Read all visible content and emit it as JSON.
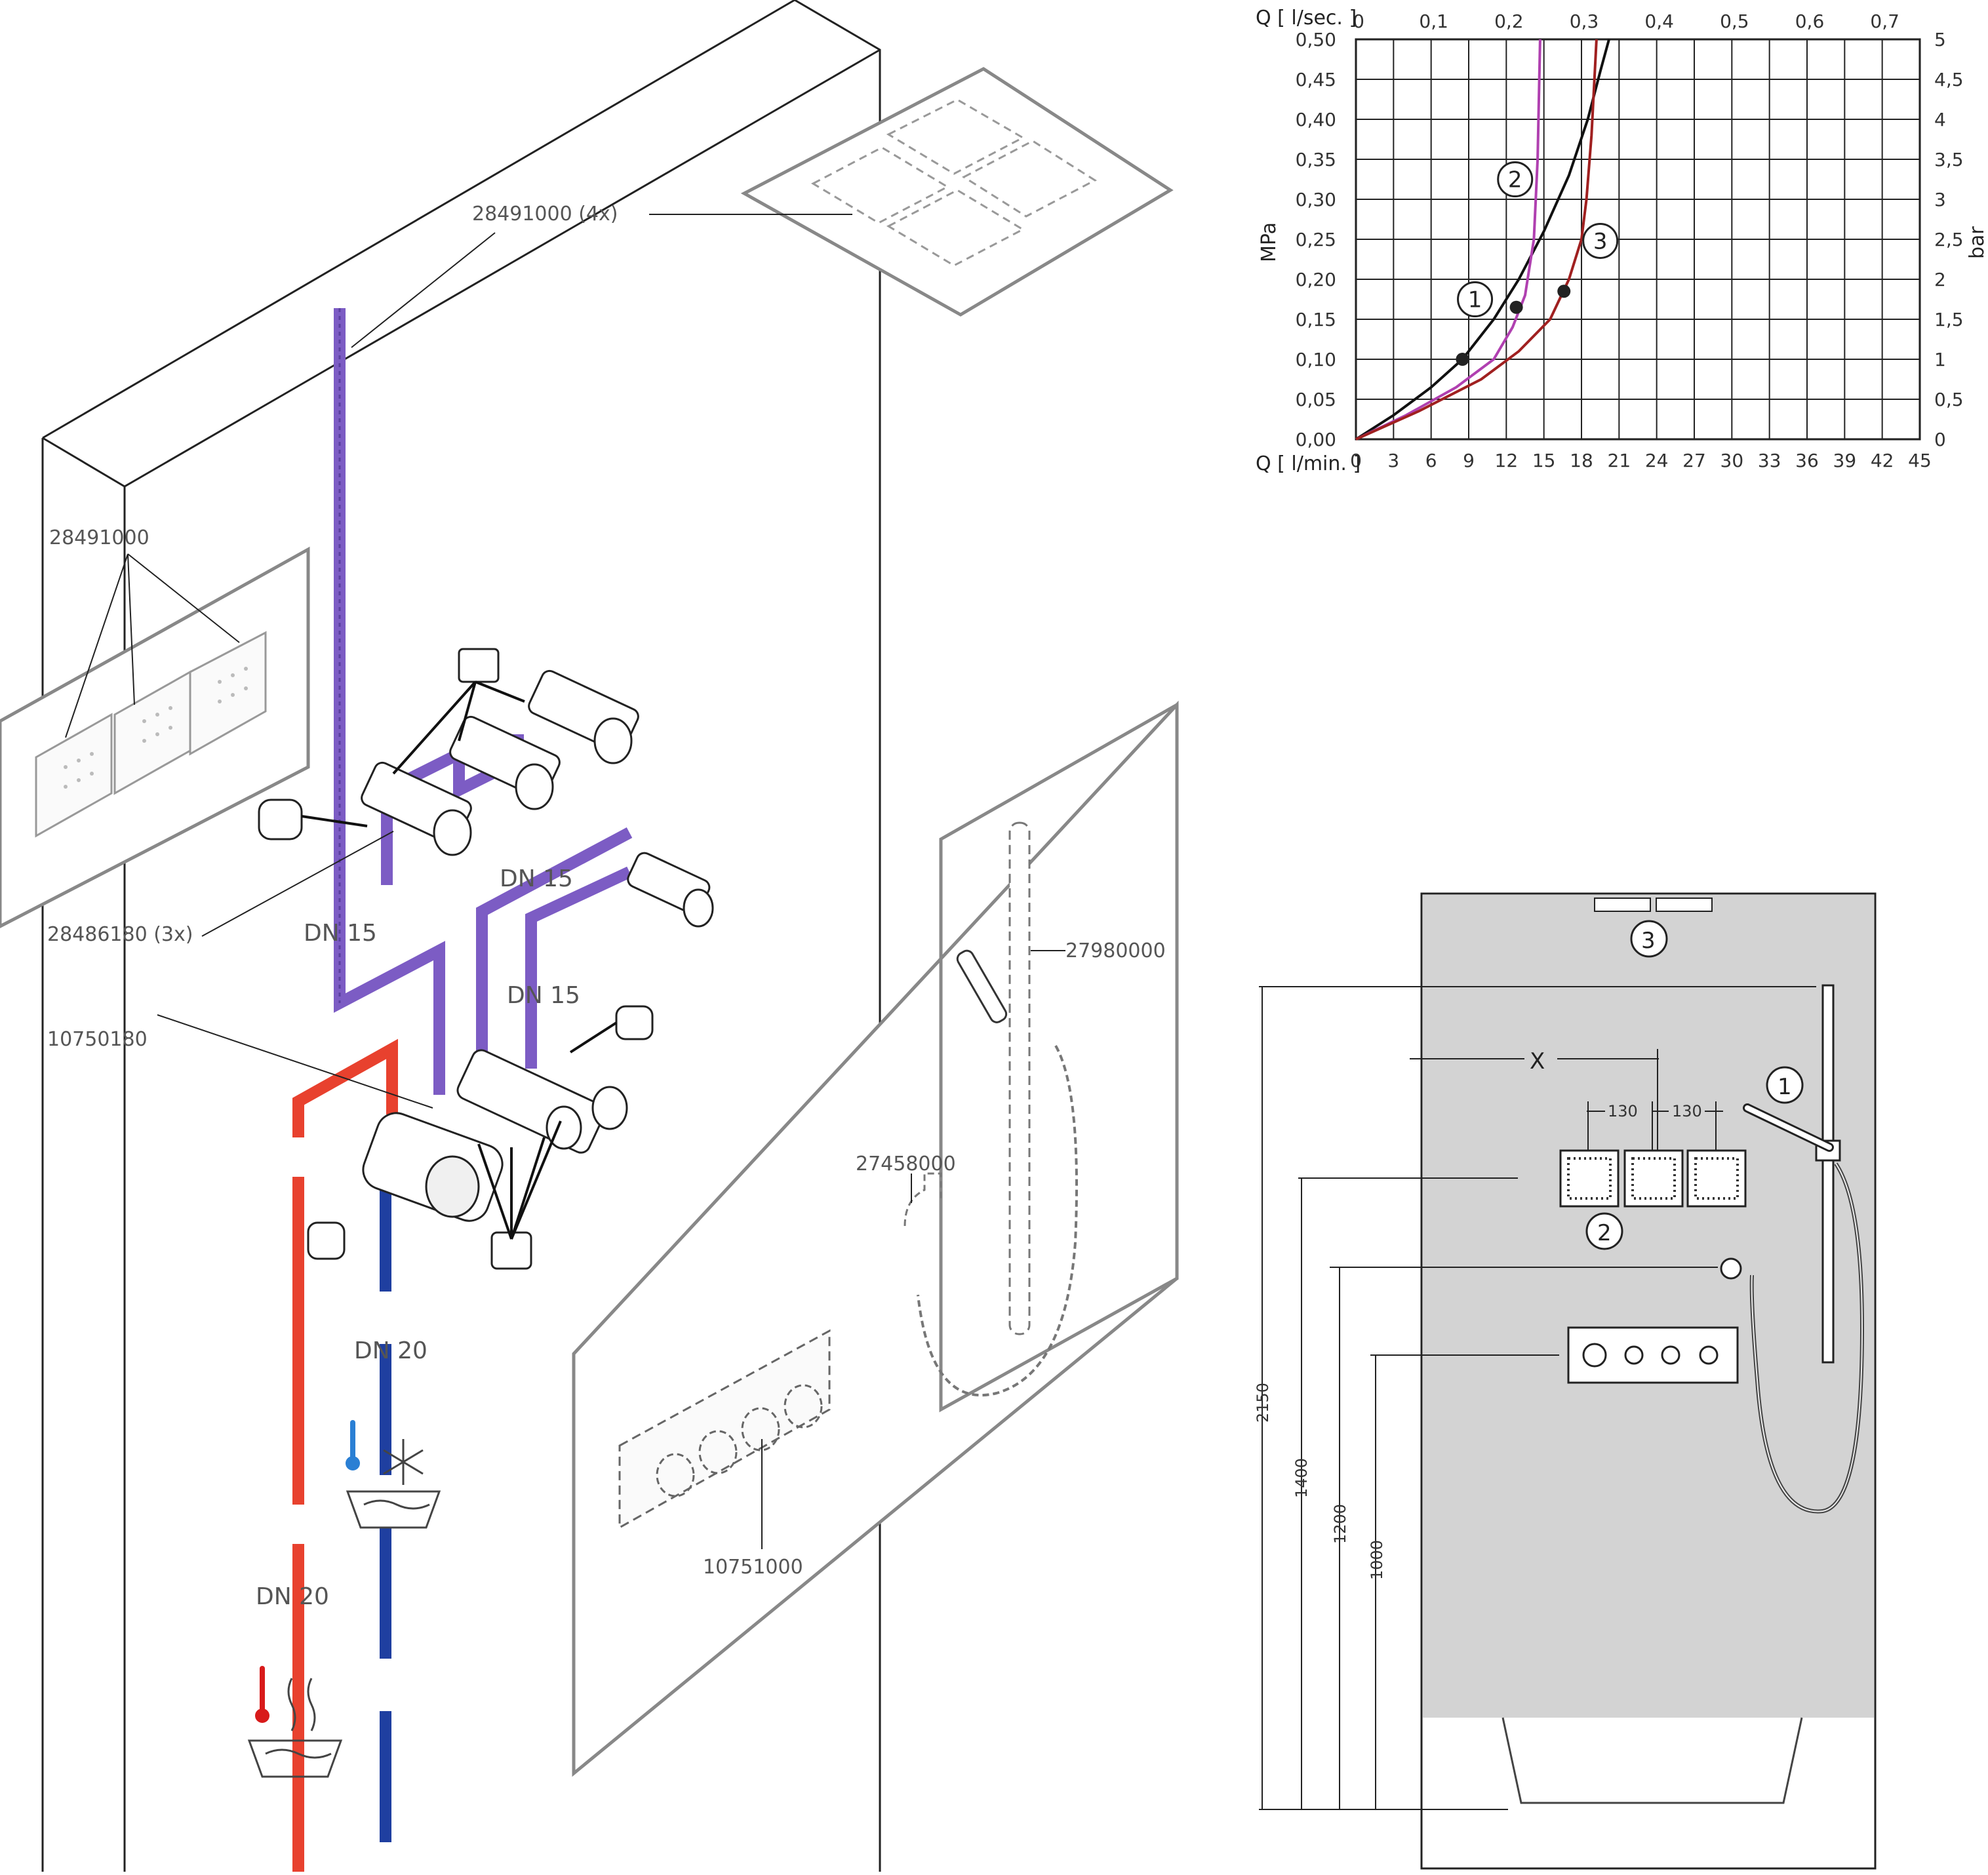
{
  "labels": {
    "rain_head": "28491000 (4x)",
    "wall_heads": "28491000",
    "modules": "28486180 (3x)",
    "main_body": "10750180",
    "shower_rail": "27980000",
    "wall_outlet": "27458000",
    "thermostat_trim": "10751000"
  },
  "pipes": {
    "dn15_a": "DN 15",
    "dn15_b": "DN 15",
    "dn15_c": "DN 15",
    "dn20_cold": "DN 20",
    "dn20_hot": "DN 20",
    "cold_color": "#1f3fa0",
    "hot_color": "#e8412e",
    "branch_color": "#7c5cc4"
  },
  "chart_data": {
    "type": "line",
    "x_label_top": "Q [ l/sec. ]",
    "x_label_bottom": "Q [ l/min. ]",
    "y_label_left": "MPa",
    "y_label_right": "bar",
    "x_top_ticks": [
      "0",
      "0,1",
      "0,2",
      "0,3",
      "0,4",
      "0,5",
      "0,6",
      "0,7"
    ],
    "x_bottom_ticks": [
      "0",
      "3",
      "6",
      "9",
      "12",
      "15",
      "18",
      "21",
      "24",
      "27",
      "30",
      "33",
      "36",
      "39",
      "42",
      "45"
    ],
    "y_left_ticks": [
      "0,00",
      "0,05",
      "0,10",
      "0,15",
      "0,20",
      "0,25",
      "0,30",
      "0,35",
      "0,40",
      "0,45",
      "0,50"
    ],
    "y_right_ticks": [
      "0",
      "0,5",
      "1",
      "1,5",
      "2",
      "2,5",
      "3",
      "3,5",
      "4",
      "4,5",
      "5"
    ],
    "xlim": [
      0,
      45
    ],
    "ylim": [
      0,
      0.5
    ],
    "grid": true,
    "series": [
      {
        "name": "1",
        "color": "#111111",
        "points": [
          [
            0,
            0
          ],
          [
            3,
            0.03
          ],
          [
            6,
            0.065
          ],
          [
            8.5,
            0.1
          ],
          [
            11,
            0.15
          ],
          [
            13,
            0.2
          ],
          [
            15,
            0.26
          ],
          [
            17,
            0.33
          ],
          [
            18.5,
            0.4
          ],
          [
            19.5,
            0.46
          ],
          [
            20.2,
            0.5
          ]
        ],
        "marker": [
          8.5,
          0.1
        ]
      },
      {
        "name": "2",
        "color": "#b040b0",
        "points": [
          [
            0,
            0
          ],
          [
            4,
            0.03
          ],
          [
            8,
            0.065
          ],
          [
            11,
            0.1
          ],
          [
            12.5,
            0.14
          ],
          [
            13.5,
            0.18
          ],
          [
            14.2,
            0.25
          ],
          [
            14.5,
            0.35
          ],
          [
            14.7,
            0.5
          ]
        ],
        "marker": [
          12.8,
          0.165
        ]
      },
      {
        "name": "3",
        "color": "#a02020",
        "points": [
          [
            0,
            0
          ],
          [
            5,
            0.035
          ],
          [
            10,
            0.075
          ],
          [
            13,
            0.11
          ],
          [
            15.5,
            0.15
          ],
          [
            17,
            0.2
          ],
          [
            18,
            0.25
          ],
          [
            18.4,
            0.3
          ],
          [
            18.8,
            0.38
          ],
          [
            19.2,
            0.5
          ]
        ],
        "marker": [
          16.6,
          0.185
        ]
      }
    ]
  },
  "plan": {
    "markers": [
      "1",
      "2",
      "3"
    ],
    "x_mark": "X",
    "spacing": [
      "130",
      "130"
    ],
    "heights": [
      "2150",
      "1400",
      "1200",
      "1000"
    ]
  }
}
